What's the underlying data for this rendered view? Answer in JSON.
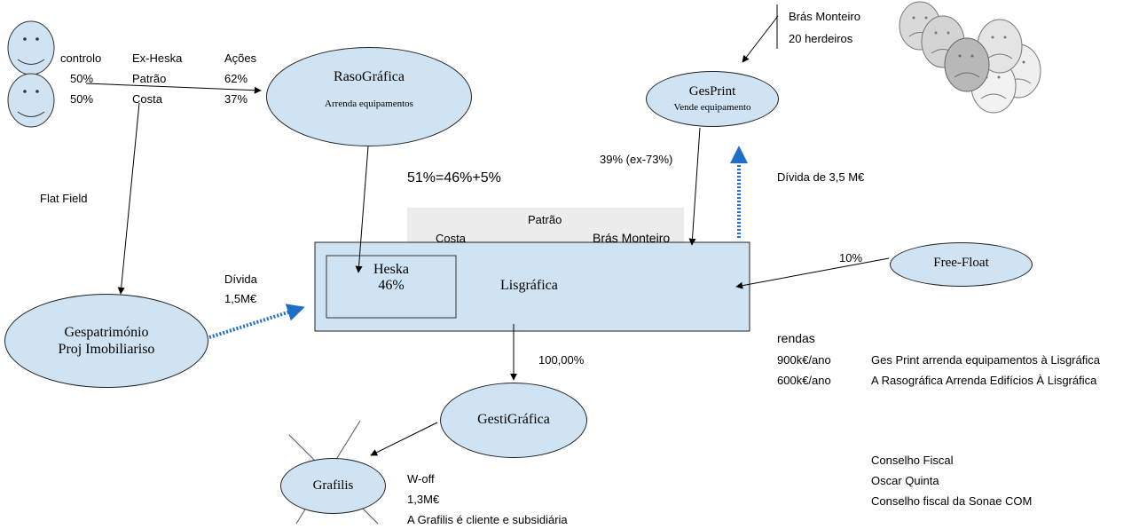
{
  "shareholders": {
    "col_control": "controlo",
    "col_exheska": "Ex-Heska",
    "col_acoes": "Ações",
    "row1_pct": "50%",
    "row1_name": "Patrão",
    "row1_acoes": "62%",
    "row2_pct": "50%",
    "row2_name": "Costa",
    "row2_acoes": "37%"
  },
  "raso": {
    "title": "RasoGráfica",
    "subtitle": "Arrenda equipamentos"
  },
  "gesprint": {
    "title": "GesPrint",
    "subtitle": "Vende equipamento"
  },
  "bras": {
    "name": "Brás Monteiro",
    "heirs": "20 herdeiros"
  },
  "flatfield": "Flat Field",
  "formula": "51%=46%+5%",
  "pct_39": "39% (ex-73%)",
  "divida_gesprint": "Dívida de 3,5 M€",
  "grey_band": {
    "patrao": "Patrão",
    "costa": "Costa",
    "bras": "Brás Monteiro"
  },
  "lisgrafica": {
    "title": "Lisgráfica",
    "heska_title": "Heska",
    "heska_pct": "46%"
  },
  "freefloat": {
    "title": "Free-Float",
    "pct": "10%"
  },
  "divida_gespat": {
    "label": "Dívida",
    "value": "1,5M€"
  },
  "gespatrimonio": {
    "line1": "Gespatrimónio",
    "line2": "Proj Imobiliariso"
  },
  "pct_100": "100,00%",
  "gestigrafica": "GestiGráfica",
  "grafilis": {
    "title": "Grafilis",
    "woff": "W-off",
    "value": "1,3M€",
    "note": "A Grafilis é cliente e subsidiária"
  },
  "rendas": {
    "title": "rendas",
    "r1_value": "900k€/ano",
    "r1_text": "Ges Print arrenda equipamentos à Lisgráfica",
    "r2_value": "600k€/ano",
    "r2_text": "A Rasográfica Arrenda Edifícios À Lisgráfica"
  },
  "conselho": {
    "title": "Conselho Fiscal",
    "name": "Oscar Quinta",
    "desc": "Conselho fiscal da Sonae COM"
  },
  "colors": {
    "ellipse_fill": "#cfe3f3",
    "dotted_arrow": "#1f6fc8",
    "grey_band": "#ececec",
    "face_fill": "#cfe3f3",
    "sad_face_fill": "#d8d8d8"
  }
}
